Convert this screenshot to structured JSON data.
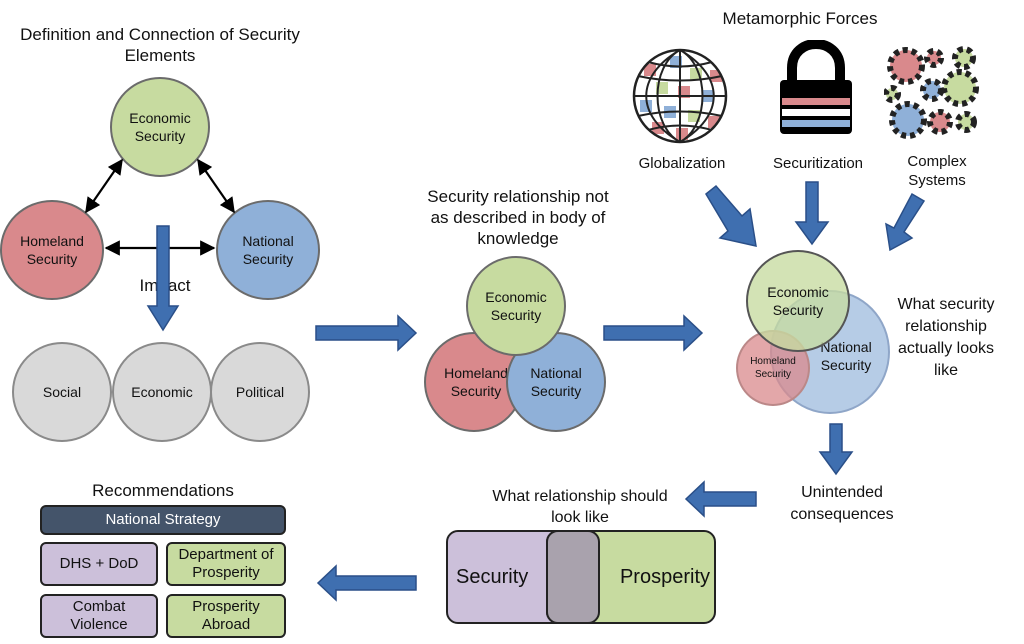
{
  "left": {
    "title": "Definition and Connection of Security Elements",
    "economic": "Economic Security",
    "homeland": "Homeland Security",
    "national": "National Security",
    "impact": "Impact",
    "impacts": [
      "Social",
      "Economic",
      "Political"
    ]
  },
  "middle": {
    "title": "Security relationship not as described in body of knowledge",
    "economic": "Economic Security",
    "homeland": "Homeland Security",
    "national": "National Security"
  },
  "forces": {
    "title": "Metamorphic Forces",
    "items": [
      "Globalization",
      "Securitization",
      "Complex Systems"
    ]
  },
  "actual": {
    "economic": "Economic Security",
    "homeland": "Homeland Security",
    "national": "National Security",
    "caption": "What security relationship actually looks like"
  },
  "unintended": "Unintended consequences",
  "should": {
    "title": "What relationship should look like",
    "security": "Security",
    "prosperity": "Prosperity"
  },
  "recommendations": {
    "title": "Recommendations",
    "strategy": "National Strategy",
    "dhs": "DHS + DoD",
    "prosperity_dept": "Department of Prosperity",
    "combat": "Combat Violence",
    "abroad": "Prosperity Abroad"
  },
  "colors": {
    "green": "#c7dba0",
    "red": "#d9898c",
    "blue": "#8fb0d8",
    "arrow": "#3f6fb0",
    "strategy": "#44546a",
    "purple": "#ccc0da"
  }
}
